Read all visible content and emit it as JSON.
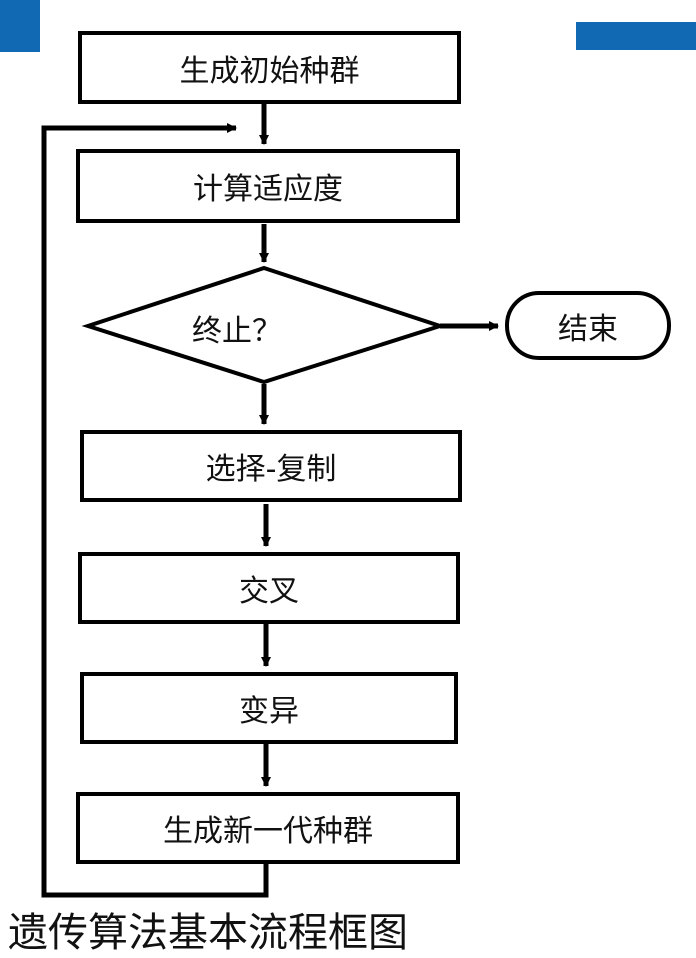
{
  "flowchart": {
    "steps": {
      "init_population": "生成初始种群",
      "compute_fitness": "计算适应度",
      "terminate_check": "终止？",
      "end": "结束",
      "selection_copy": "选择-复制",
      "crossover": "交叉",
      "mutation": "变异",
      "new_generation": "生成新一代种群"
    },
    "caption": "遗传算法基本流程框图"
  },
  "colors": {
    "accent": "#1169b3",
    "line": "#000000"
  }
}
